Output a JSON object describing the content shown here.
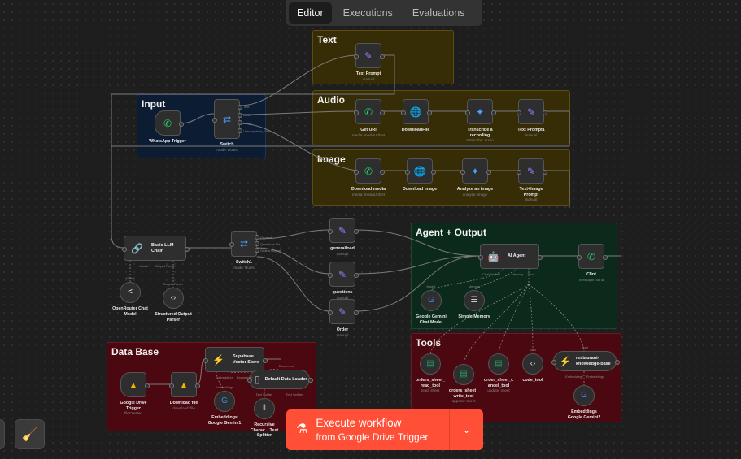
{
  "tabs": [
    {
      "label": "Editor",
      "active": true
    },
    {
      "label": "Executions",
      "active": false
    },
    {
      "label": "Evaluations",
      "active": false
    }
  ],
  "groups": {
    "text": "Text",
    "input": "Input",
    "audio": "Audio",
    "image": "Image",
    "agent": "Agent + Output",
    "tools": "Tools",
    "database": "Data Base"
  },
  "nodes": {
    "text_prompt": {
      "label": "Text Prompt",
      "sub": "manual",
      "icon": "pencil-icon"
    },
    "wa_trigger": {
      "label": "WhatsApp Trigger",
      "sub": "",
      "icon": "whatsapp-icon"
    },
    "switch": {
      "label": "Switch",
      "sub": "mode: Rules",
      "icon": "signpost-icon",
      "outputs": [
        "Text",
        "Audio",
        "Image",
        "Unsupported_Files"
      ]
    },
    "get_url": {
      "label": "Get URl",
      "sub": "media: mediaUrlGet",
      "icon": "whatsapp-icon"
    },
    "download_file_audio": {
      "label": "DownloadFile",
      "sub": "",
      "icon": "globe-icon"
    },
    "transcribe": {
      "label": "Transcribe a recording",
      "sub": "transcribe: audio",
      "icon": "gemini-icon"
    },
    "text_prompt1": {
      "label": "Text Prompt1",
      "sub": "manual",
      "icon": "pencil-icon"
    },
    "download_media": {
      "label": "Download media",
      "sub": "media: mediaUrlGet",
      "icon": "whatsapp-icon"
    },
    "download_image": {
      "label": "Download image",
      "sub": "",
      "icon": "globe-icon"
    },
    "analyze_image": {
      "label": "Analyze an image",
      "sub": "analyze: image",
      "icon": "gemini-icon"
    },
    "text_image_prompt": {
      "label": "Text+Image Prompt",
      "sub": "manual",
      "icon": "pencil-icon"
    },
    "llm_chain": {
      "label": "Basic LLM Chain",
      "sub": "",
      "icon": "link-icon",
      "ports": [
        "Model*",
        "Output Parser"
      ]
    },
    "openrouter": {
      "label": "OpenRouter Chat Model",
      "sub": "",
      "icon": "openrouter-icon",
      "port": "Model"
    },
    "output_parser": {
      "label": "Structured Output Parser",
      "sub": "",
      "icon": "code-icon",
      "port": "Output Parser"
    },
    "switch1": {
      "label": "Switch1",
      "sub": "mode: Rules",
      "icon": "signpost-icon",
      "outputs": [
        "General",
        "Questions Ra...",
        "Orders Report"
      ]
    },
    "generalload": {
      "label": "generalload",
      "sub": "manual",
      "icon": "pencil-icon"
    },
    "questions": {
      "label": "questions",
      "sub": "manual",
      "icon": "pencil-icon"
    },
    "order": {
      "label": "Order",
      "sub": "manual",
      "icon": "pencil-icon"
    },
    "ai_agent": {
      "label": "AI Agent",
      "sub": "",
      "icon": "robot-icon",
      "ports": [
        "Chat Model*",
        "Memory",
        "Tool"
      ]
    },
    "clint": {
      "label": "Clint",
      "sub": "message: send",
      "icon": "whatsapp-icon"
    },
    "gemini_chat": {
      "label": "Google Gemini Chat Model",
      "sub": "",
      "icon": "google-icon",
      "port": "Model"
    },
    "simple_memory": {
      "label": "Simple Memory",
      "sub": "",
      "icon": "database-icon",
      "port": "Memory"
    },
    "sheet_read": {
      "label": "orders_sheet_read_tool",
      "sub": "read: sheet",
      "icon": "sheets-icon"
    },
    "sheet_write": {
      "label": "orders_sheet_write_tool",
      "sub": "append: sheet",
      "icon": "sheets-icon"
    },
    "sheet_cancel": {
      "label": "order_sheet_cancel_tool",
      "sub": "update: sheet",
      "icon": "sheets-icon"
    },
    "code_tool": {
      "label": "code_tool",
      "sub": "",
      "icon": "code-icon",
      "port": "Tool"
    },
    "kb": {
      "label": "restaurant-knowledge-base",
      "sub": "",
      "icon": "supabase-icon",
      "port": "Tool",
      "ports": [
        "Embedding*",
        "Embeddings"
      ]
    },
    "emb_gemini2": {
      "label": "Embeddings Google Gemini2",
      "sub": "",
      "icon": "google-icon"
    },
    "gdrive_trigger": {
      "label": "Google Drive Trigger",
      "sub": "fileCreated",
      "icon": "gdrive-icon"
    },
    "download_file": {
      "label": "Download file",
      "sub": "download: file",
      "icon": "gdrive-icon"
    },
    "supabase_store": {
      "label": "Supabase Vector Store",
      "sub": "",
      "icon": "supabase-icon",
      "ports": [
        "Embedding*",
        "Document*"
      ]
    },
    "data_loader": {
      "label": "Default Data Loader",
      "sub": "",
      "icon": "file-icon",
      "ports": [
        "Document",
        "Text Splitter"
      ]
    },
    "emb_gemini1": {
      "label": "Embeddings Google Gemini1",
      "sub": "",
      "icon": "google-icon",
      "port": "Embeddings"
    },
    "splitter": {
      "label": "Recursive Charac... Text Splitter",
      "sub": "",
      "icon": "splitter-icon",
      "port": "Text Splitter"
    }
  },
  "execute": {
    "title": "Execute workflow",
    "subtitle": "from Google Drive Trigger",
    "icon": "flask-icon",
    "color": "#ff4f37"
  },
  "colors": {
    "canvas": "#1e1e1e",
    "text_group": "#362c05",
    "input_group": "#0c1d33",
    "agent_group": "#0c2a1b",
    "tools_group": "#4c0810"
  }
}
